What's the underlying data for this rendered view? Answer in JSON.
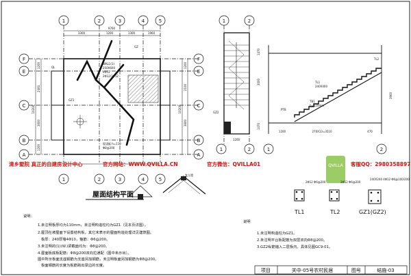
{
  "banner": {
    "company": "清乡墅院 真正的自建房设计中心",
    "website": "官方网站：WWW.QVILLA.CN",
    "wechat": "官方微信：QVILLA01",
    "qq": "客服QQ：2980358897",
    "logo_text": "QVILLA",
    "color": "#d21414"
  },
  "roof_plan": {
    "title": "屋面结构平面",
    "top_axes": [
      "1",
      "2",
      "3",
      "4",
      "5"
    ],
    "left_axes": [
      "F",
      "E",
      "C",
      "B",
      "A"
    ],
    "top_dims": {
      "overall": "9760",
      "segments": [
        "3300",
        "1200",
        "1300",
        "1960"
      ]
    },
    "side_dims": {
      "overall": "10200",
      "segments": [
        "1200",
        "2400",
        "3600",
        "1200"
      ],
      "right_segments": [
        "1200",
        "2100",
        "3600"
      ]
    },
    "labels": [
      "WKL1(1)",
      "250X600",
      "4Φ12",
      "2Φ12/3Φ12",
      "QL",
      "GZ1",
      "GZ",
      "现浇板 h=110",
      "Φ8@200"
    ],
    "detail_label": "女儿墙"
  },
  "stair_plan": {
    "axes": [
      "1",
      "2"
    ],
    "labels": [
      "GZ2"
    ],
    "dims": [
      "1470",
      "3000",
      "1470",
      "1200"
    ]
  },
  "stair_section": {
    "axes": [
      "1",
      "2"
    ],
    "labels": [
      "TL1",
      "240X400",
      "TB1",
      "h=120mm",
      "TL2",
      "PTB"
    ],
    "dims": [
      "270X13=3510",
      "1200",
      "470",
      "3900"
    ]
  },
  "sections": [
    {
      "name": "TL1",
      "rebar": "2Φ12 Φ6@200"
    },
    {
      "name": "TL2",
      "rebar": "2Φ12 Φ6@200"
    },
    {
      "name": "GZ1(GZ2)",
      "rebar": "240X240 4Φ12 Φ6@100/200"
    }
  ],
  "notes_left": {
    "heading": "说明：",
    "lines": [
      "1.未注明板厚均为110mm，未注明构造柱均为GZ1（见本页详图）。",
      "2.屋顶在坡屋面下设置结构板，其它未表示的屋面构造处理详见建筑图。",
      "板厚：240厚墙4Φ10，箍筋：Φ6@200。",
      "3.未注明的(1)(W.)梁截面均为：Φ8@200。",
      "4.屋面板底板配筋：Φ8@200双向拉通配（图中未示出）。",
      "图中所示板面支座钢筋为支座另加钢筋，未注明板面另加钢筋为Φ8@200。",
      "板面钢筋的长度为板筋跨出梁边的长度。"
    ]
  },
  "notes_right": {
    "heading": "说明",
    "lines": [
      "1.未注明构造柱为GZ1。",
      "2.未注明平台板配筋为双层双向Φ8@200。",
      "3.GZ2纵筋锚入二层板内，具体见图GC9-01。"
    ]
  },
  "title_block": {
    "project_label": "项目",
    "project_name": "关中-05号农村民居",
    "drawing_no_label": "图号",
    "drawing_no": "结施-03"
  }
}
